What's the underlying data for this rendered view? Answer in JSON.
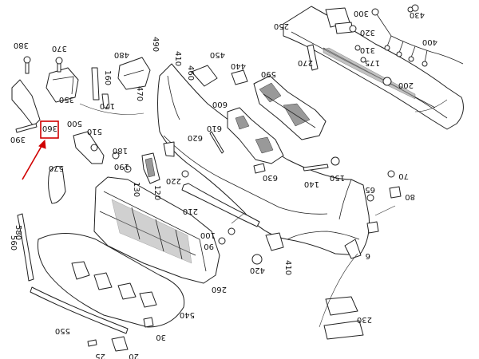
{
  "diagram": {
    "highlight": {
      "label": "360",
      "color": "#d00000"
    },
    "labels": [
      {
        "id": "p380",
        "text": "380"
      },
      {
        "id": "p370",
        "text": "370"
      },
      {
        "id": "p350",
        "text": "350"
      },
      {
        "id": "p390",
        "text": "390"
      },
      {
        "id": "p360",
        "text": "360"
      },
      {
        "id": "p500",
        "text": "500"
      },
      {
        "id": "p510",
        "text": "510"
      },
      {
        "id": "p570",
        "text": "570"
      },
      {
        "id": "p160",
        "text": "160"
      },
      {
        "id": "p170",
        "text": "170"
      },
      {
        "id": "p480",
        "text": "480"
      },
      {
        "id": "p490",
        "text": "490"
      },
      {
        "id": "p470",
        "text": "470"
      },
      {
        "id": "p410a",
        "text": "410"
      },
      {
        "id": "p460",
        "text": "460"
      },
      {
        "id": "p450",
        "text": "450"
      },
      {
        "id": "p440",
        "text": "440"
      },
      {
        "id": "p590",
        "text": "590"
      },
      {
        "id": "p600",
        "text": "600"
      },
      {
        "id": "p610",
        "text": "610"
      },
      {
        "id": "p620",
        "text": "620"
      },
      {
        "id": "p630",
        "text": "630"
      },
      {
        "id": "p180",
        "text": "180"
      },
      {
        "id": "p190",
        "text": "190"
      },
      {
        "id": "p130",
        "text": "130"
      },
      {
        "id": "p120",
        "text": "120"
      },
      {
        "id": "p220",
        "text": "220"
      },
      {
        "id": "p210",
        "text": "210"
      },
      {
        "id": "p140",
        "text": "140"
      },
      {
        "id": "p150",
        "text": "150"
      },
      {
        "id": "p100",
        "text": "100"
      },
      {
        "id": "p90",
        "text": "90"
      },
      {
        "id": "p420",
        "text": "420"
      },
      {
        "id": "p410b",
        "text": "410"
      },
      {
        "id": "p260",
        "text": "260"
      },
      {
        "id": "p540",
        "text": "540"
      },
      {
        "id": "p550",
        "text": "550"
      },
      {
        "id": "p560",
        "text": "560"
      },
      {
        "id": "p580",
        "text": "580"
      },
      {
        "id": "p30",
        "text": "30"
      },
      {
        "id": "p25",
        "text": "25"
      },
      {
        "id": "p20",
        "text": "20"
      },
      {
        "id": "p230",
        "text": "230"
      },
      {
        "id": "p6",
        "text": "6"
      },
      {
        "id": "p65",
        "text": "65"
      },
      {
        "id": "p70",
        "text": "70"
      },
      {
        "id": "p80",
        "text": "80"
      },
      {
        "id": "p250",
        "text": "250"
      },
      {
        "id": "p300",
        "text": "300"
      },
      {
        "id": "p430",
        "text": "430"
      },
      {
        "id": "p320",
        "text": "320"
      },
      {
        "id": "p310",
        "text": "310"
      },
      {
        "id": "p400",
        "text": "400"
      },
      {
        "id": "p270",
        "text": "270"
      },
      {
        "id": "p175",
        "text": "175"
      },
      {
        "id": "p200",
        "text": "200"
      }
    ]
  }
}
